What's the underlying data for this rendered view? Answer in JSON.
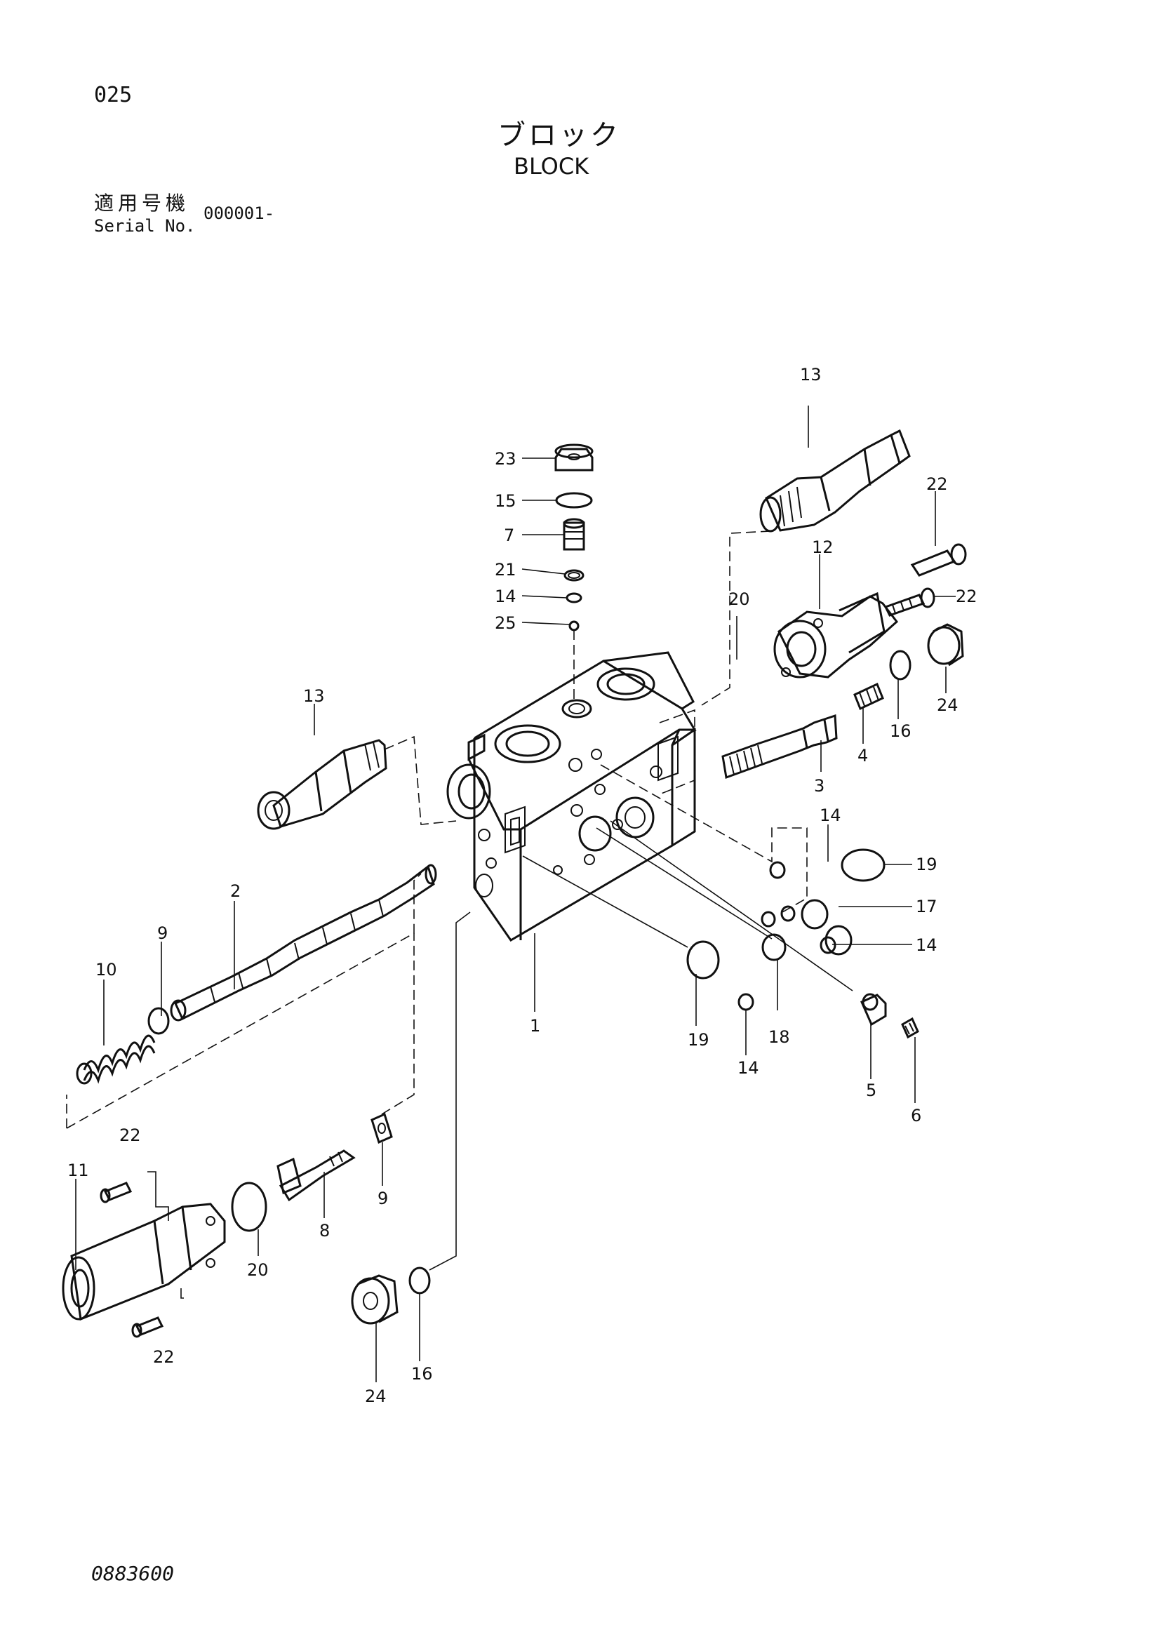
{
  "page_number": "025",
  "title_jp": "ブロック",
  "title_en": "BLOCK",
  "serial_label_jp": "適用号機",
  "serial_label_en": "Serial No.",
  "serial_value": "000001-",
  "doc_code": "0883600",
  "callouts": {
    "c13a": "13",
    "c23": "23",
    "c15": "15",
    "c7": "7",
    "c21": "21",
    "c14a": "14",
    "c25": "25",
    "c22a": "22",
    "c12": "12",
    "c22b": "22",
    "c20a": "20",
    "c24a": "24",
    "c16a": "16",
    "c4": "4",
    "c3": "3",
    "c13b": "13",
    "c14b": "14",
    "c19a": "19",
    "c17": "17",
    "c14c": "14",
    "c2": "2",
    "c9a": "9",
    "c10": "10",
    "c19b": "19",
    "c18": "18",
    "c1": "1",
    "c14d": "14",
    "c5": "5",
    "c6": "6",
    "c11": "11",
    "c22c": "22",
    "c20b": "20",
    "c8": "8",
    "c9b": "9",
    "c22d": "22",
    "c24b": "24",
    "c16b": "16"
  }
}
